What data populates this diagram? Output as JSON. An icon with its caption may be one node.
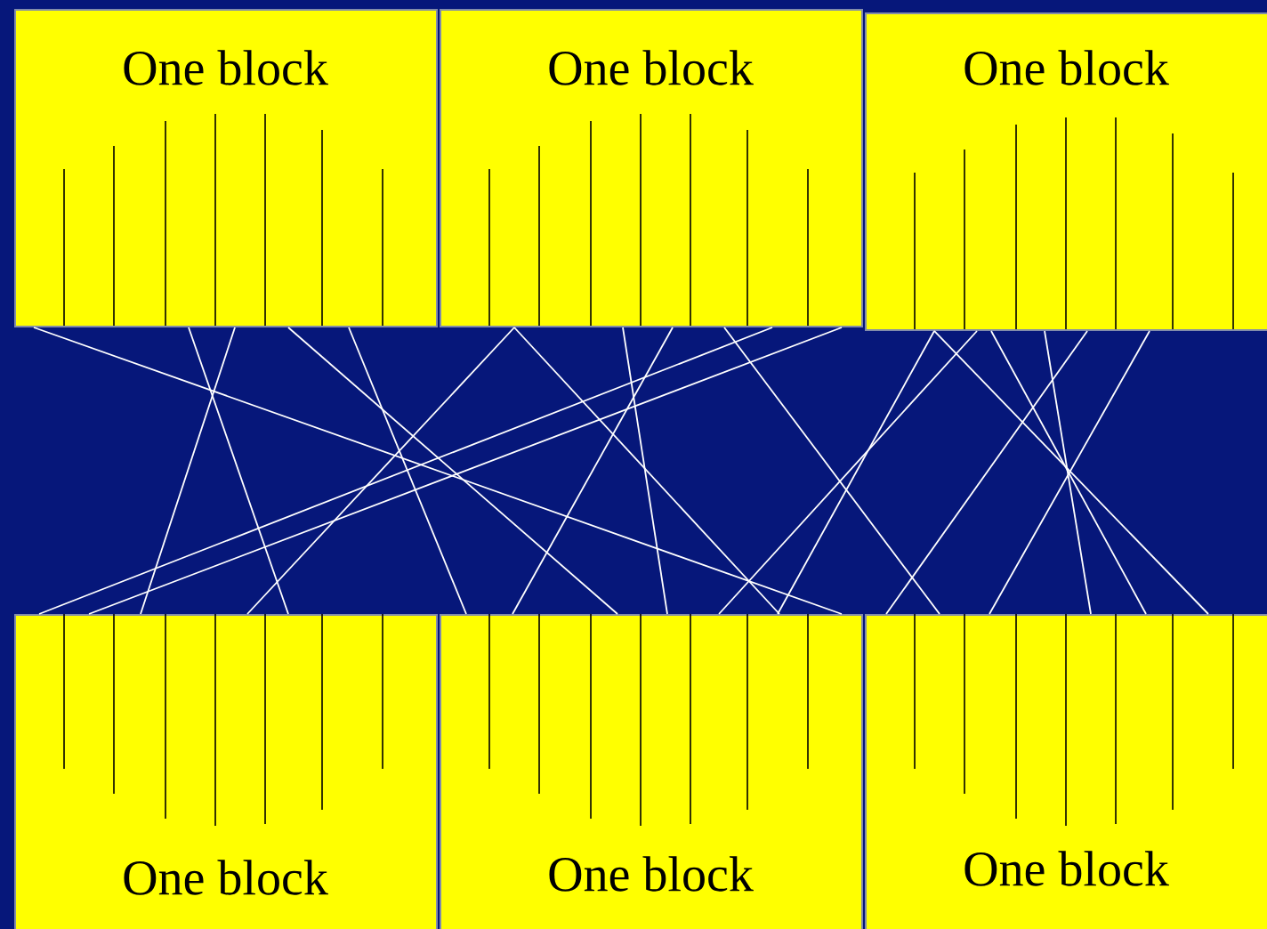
{
  "diagram": {
    "nodes": [
      {
        "text": [
          "One block"
        ]
      },
      {
        "text": [
          "One block"
        ]
      },
      {
        "text": [
          "One block"
        ]
      },
      {
        "text": [
          "One block"
        ]
      },
      {
        "text": [
          "One block"
        ]
      },
      {
        "text": [
          "One block"
        ]
      }
    ],
    "edges": [
      {
        "from": 0,
        "to": 4,
        "arrow": "none"
      },
      {
        "from": 0,
        "to": 3,
        "arrow": "none"
      },
      {
        "from": 0,
        "to": 3,
        "arrow": "none"
      },
      {
        "from": 0,
        "to": 4,
        "arrow": "none"
      },
      {
        "from": 0,
        "to": 4,
        "arrow": "none"
      },
      {
        "from": 1,
        "to": 3,
        "arrow": "none"
      },
      {
        "from": 1,
        "to": 4,
        "arrow": "none"
      },
      {
        "from": 1,
        "to": 3,
        "arrow": "none"
      },
      {
        "from": 1,
        "to": 3,
        "arrow": "none"
      },
      {
        "from": 1,
        "to": 4,
        "arrow": "none"
      },
      {
        "from": 1,
        "to": 4,
        "arrow": "none"
      },
      {
        "from": 1,
        "to": 5,
        "arrow": "none"
      },
      {
        "from": 2,
        "to": 4,
        "arrow": "none"
      },
      {
        "from": 2,
        "to": 5,
        "arrow": "none"
      },
      {
        "from": 2,
        "to": 4,
        "arrow": "none"
      },
      {
        "from": 2,
        "to": 5,
        "arrow": "none"
      },
      {
        "from": 2,
        "to": 5,
        "arrow": "none"
      },
      {
        "from": 2,
        "to": 5,
        "arrow": "none"
      },
      {
        "from": 2,
        "to": 5,
        "arrow": "none"
      }
    ]
  }
}
